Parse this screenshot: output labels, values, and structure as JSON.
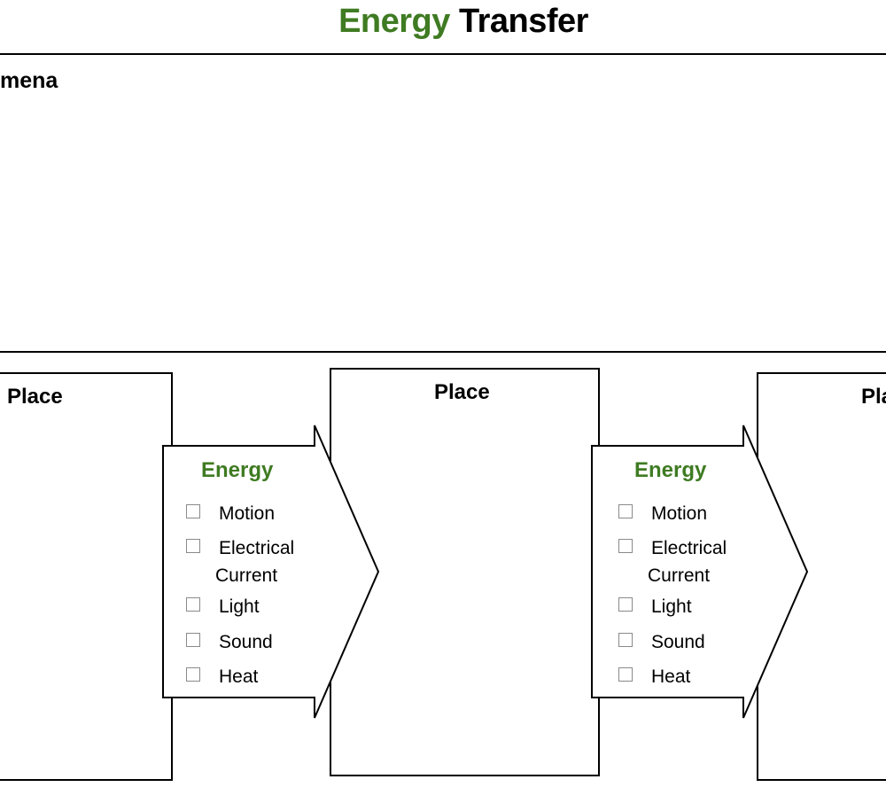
{
  "title": {
    "word1": "Energy",
    "word2": "Transfer"
  },
  "phenomena_label": "mena",
  "places": [
    {
      "label": "Place"
    },
    {
      "label": "Place"
    },
    {
      "label": "Pla"
    }
  ],
  "energy_panels": [
    {
      "heading": "Energy",
      "options": [
        {
          "label": "Motion"
        },
        {
          "label": "Electrical",
          "label_line2": "Current"
        },
        {
          "label": "Light"
        },
        {
          "label": "Sound"
        },
        {
          "label": "Heat"
        }
      ]
    },
    {
      "heading": "Energy",
      "options": [
        {
          "label": "Motion"
        },
        {
          "label": "Electrical",
          "label_line2": "Current"
        },
        {
          "label": "Light"
        },
        {
          "label": "Sound"
        },
        {
          "label": "Heat"
        }
      ]
    }
  ],
  "colors": {
    "accent_green": "#3f7b22",
    "line": "#000000",
    "checkbox_border": "#8a8a8a"
  }
}
